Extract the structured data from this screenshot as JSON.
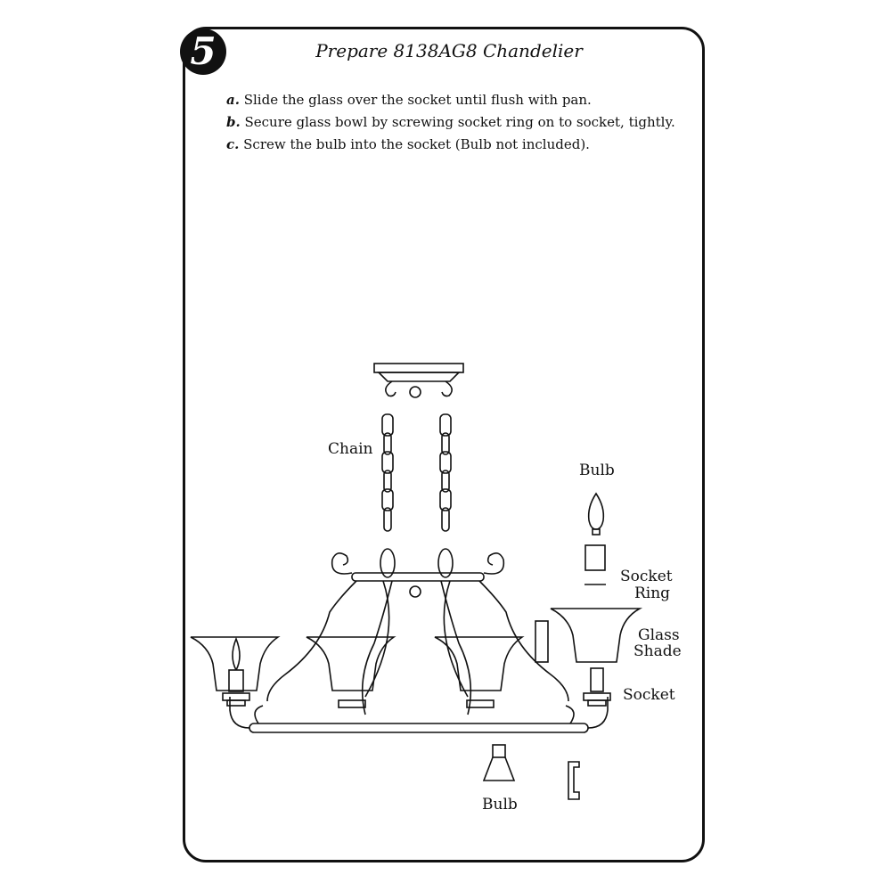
{
  "step_number": "5",
  "title": "Prepare  8138AG8 Chandelier",
  "instructions": [
    {
      "marker": "a.",
      "text": "Slide the glass over the socket until flush with pan."
    },
    {
      "marker": "b.",
      "text": "Secure glass bowl by screwing socket ring on to socket, tightly."
    },
    {
      "marker": "c.",
      "text": "Screw the bulb into the socket (Bulb not included)."
    }
  ],
  "labels": {
    "chain": "Chain",
    "bulb_top": "Bulb",
    "socket_ring_1": "Socket",
    "socket_ring_2": "Ring",
    "glass_shade_1": "Glass",
    "glass_shade_2": "Shade",
    "socket": "Socket",
    "bulb_bottom": "Bulb"
  }
}
